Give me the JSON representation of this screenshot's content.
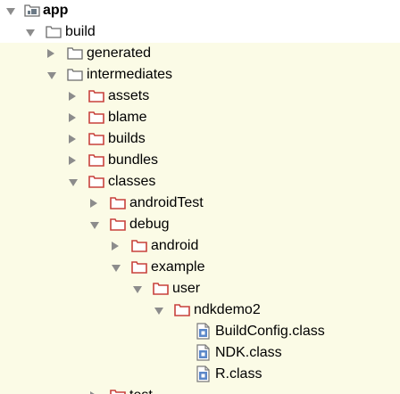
{
  "colors": {
    "excluded_background": "#fbfbe6",
    "module_folder": "#6c7a86",
    "plain_folder": "#6a6a6a",
    "excluded_folder": "#c8413c",
    "arrow": "#8c8c8c",
    "class_file": "#5b87c9"
  },
  "tree": [
    {
      "label": "app",
      "expanded": true,
      "icon": "module-folder-icon",
      "bold": true
    },
    {
      "label": "build",
      "expanded": true,
      "icon": "folder-icon"
    },
    {
      "label": "generated",
      "expanded": false,
      "icon": "folder-icon"
    },
    {
      "label": "intermediates",
      "expanded": true,
      "icon": "folder-icon"
    },
    {
      "label": "assets",
      "expanded": false,
      "icon": "excluded-folder-icon"
    },
    {
      "label": "blame",
      "expanded": false,
      "icon": "excluded-folder-icon"
    },
    {
      "label": "builds",
      "expanded": false,
      "icon": "excluded-folder-icon"
    },
    {
      "label": "bundles",
      "expanded": false,
      "icon": "excluded-folder-icon"
    },
    {
      "label": "classes",
      "expanded": true,
      "icon": "excluded-folder-icon"
    },
    {
      "label": "androidTest",
      "expanded": false,
      "icon": "excluded-folder-icon"
    },
    {
      "label": "debug",
      "expanded": true,
      "icon": "excluded-folder-icon"
    },
    {
      "label": "android",
      "expanded": false,
      "icon": "excluded-folder-icon"
    },
    {
      "label": "example",
      "expanded": true,
      "icon": "excluded-folder-icon"
    },
    {
      "label": "user",
      "expanded": true,
      "icon": "excluded-folder-icon"
    },
    {
      "label": "ndkdemo2",
      "expanded": true,
      "icon": "excluded-folder-icon"
    },
    {
      "label": "BuildConfig.class",
      "icon": "class-file-icon"
    },
    {
      "label": "NDK.class",
      "icon": "class-file-icon"
    },
    {
      "label": "R.class",
      "icon": "class-file-icon"
    },
    {
      "label": "test",
      "expanded": false,
      "icon": "excluded-folder-icon"
    }
  ]
}
